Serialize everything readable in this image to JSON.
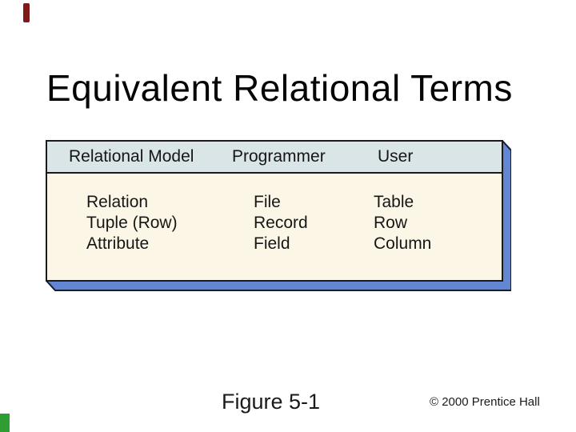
{
  "slide": {
    "title": "Equivalent Relational Terms",
    "figure_caption": "Figure 5-1",
    "copyright": "© 2000 Prentice Hall"
  },
  "table": {
    "columns": [
      {
        "header": "Relational Model",
        "cells": [
          "Relation",
          "Tuple (Row)",
          "Attribute"
        ]
      },
      {
        "header": "Programmer",
        "cells": [
          "File",
          "Record",
          "Field"
        ]
      },
      {
        "header": "User",
        "cells": [
          "Table",
          "Row",
          "Column"
        ]
      }
    ]
  },
  "colors": {
    "header_fill": "#d9e5e7",
    "body_fill": "#fbf6e6",
    "extrusion_blue": "#6286d2",
    "outline_dark": "#1a1a1a",
    "accent_red": "#7e1a1a",
    "accent_green": "#2f9e32"
  }
}
